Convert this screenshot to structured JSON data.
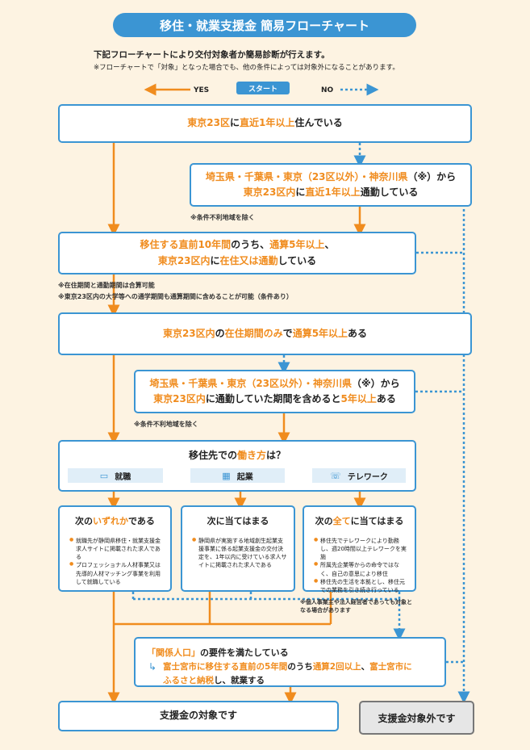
{
  "title": "移住・就業支援金 簡易フローチャート",
  "intro": "下記フローチャートにより交付対象者か簡易診断が行えます。",
  "note": "※フローチャートで「対象」となった場合でも、他の条件によっては対象外になることがあります。",
  "legend": {
    "yes": "YES",
    "start": "スタート",
    "no": "NO"
  },
  "q1": {
    "a": "東京23区",
    "b": "に",
    "c": "直近1年以上",
    "d": "住んでいる"
  },
  "q2": {
    "l1a": "埼玉県・千葉県・東京（23区以外）・神奈川県",
    "l1b": "（※）から",
    "l2a": "東京23区内",
    "l2b": "に",
    "l2c": "直近1年以上",
    "l2d": "通勤している"
  },
  "note_q2": "※条件不利地域を除く",
  "q3": {
    "l1a": "移住する直前10年間",
    "l1b": "のうち、",
    "l1c": "通算5年以上",
    "l1d": "、",
    "l2a": "東京23区内",
    "l2b": "に",
    "l2c": "在住又は通勤",
    "l2d": "している"
  },
  "note_q3a": "※在住期間と通勤期間は合算可能",
  "note_q3b": "※東京23区内の大学等への通学期間も通算期間に含めることが可能（条件あり）",
  "q4": {
    "a": "東京23区内",
    "b": "の",
    "c": "在住期間のみ",
    "d": "で",
    "e": "通算5年以上",
    "f": "ある"
  },
  "q5": {
    "l1a": "埼玉県・千葉県・東京（23区以外）・神奈川県",
    "l1b": "（※）から",
    "l2a": "東京23区内",
    "l2b": "に通勤していた期間を含めると",
    "l2c": "5年以上",
    "l2d": "ある"
  },
  "note_q5": "※条件不利地域を除く",
  "work": {
    "a": "移住先での",
    "b": "働き方",
    "c": "は？",
    "tags": [
      "就職",
      "起業",
      "テレワーク"
    ]
  },
  "cond1": {
    "t1": "次の",
    "t2": "いずれか",
    "t3": "である",
    "items": [
      "就職先が静岡県移住・就業支援金求人サイトに掲載された求人である",
      "プロフェッショナル人材事業又は先導的人材マッチング事業を利用して就職している"
    ]
  },
  "cond2": {
    "t1": "次に当てはまる",
    "items": [
      "静岡県が実施する地域創生起業支援事業に係る起業支援金の交付決定を、1年以内に受けている求人サイトに掲載された求人である"
    ]
  },
  "cond3": {
    "t1": "次の",
    "t2": "全て",
    "t3": "に当てはまる",
    "items": [
      "移住先でテレワークにより勤務し、週20時間以上テレワークを実施",
      "所属先企業等からの命令ではなく、自己の意思により移住",
      "移住先の生活を本拠とし、移住元での業務を引き続き行っている"
    ]
  },
  "note_c3": "※個人事業主や法人経営者であっても対象となる場合があります",
  "kankei": {
    "a": "「関係人口」",
    "b": "の要件を満たしている",
    "c": "富士宮市に移住する直前の5年間",
    "d": "のうち",
    "e": "通算2回以上",
    "f": "、",
    "g": "富士宮市に",
    "h": "ふるさと納税",
    "i": "し、就業する"
  },
  "final_ok": "支援金の対象です",
  "final_ng": "支援金対象外です",
  "colors": {
    "blue": "#3b95d3",
    "orange": "#f08c1e",
    "background": "#fdf3e2"
  }
}
